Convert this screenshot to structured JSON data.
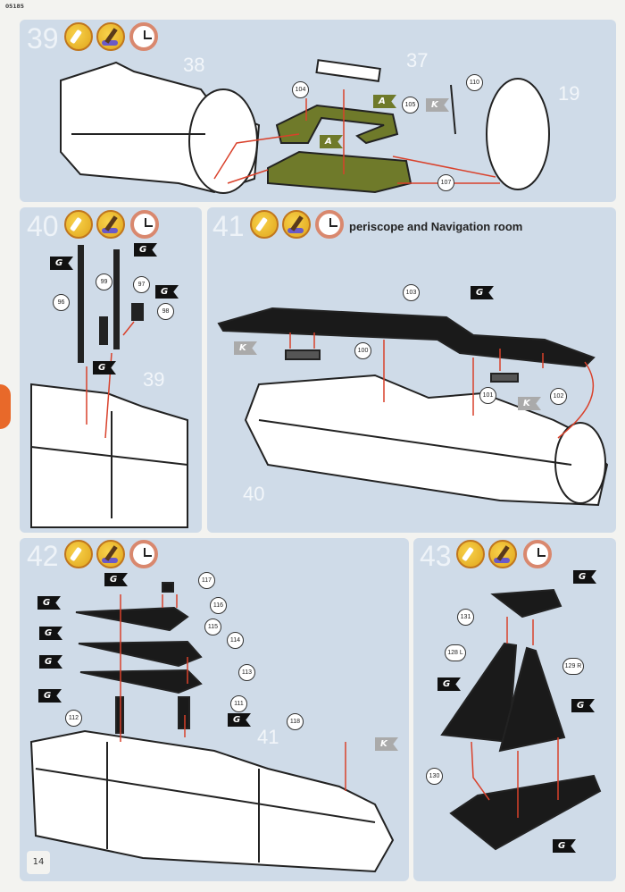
{
  "header": {
    "code": "05185"
  },
  "page_number": "14",
  "steps": [
    {
      "number": "39",
      "icons": [
        "glue-icon",
        "paint-icon",
        "clock-icon"
      ],
      "assemblies": [
        "38",
        "37",
        "19"
      ],
      "parts": [
        "104",
        "105",
        "110",
        "107"
      ],
      "flags": [
        "A",
        "A",
        "K"
      ]
    },
    {
      "number": "40",
      "icons": [
        "glue-icon",
        "paint-icon",
        "clock-icon"
      ],
      "assemblies": [
        "39"
      ],
      "parts": [
        "96",
        "99",
        "97",
        "98"
      ],
      "flags": [
        "G",
        "G",
        "G",
        "G"
      ]
    },
    {
      "number": "41",
      "icons": [
        "glue-icon",
        "paint-icon",
        "clock-icon"
      ],
      "title": "periscope and Navigation room",
      "assemblies": [
        "40"
      ],
      "parts": [
        "103",
        "100",
        "101",
        "102"
      ],
      "flags": [
        "G",
        "K",
        "K"
      ]
    },
    {
      "number": "42",
      "icons": [
        "glue-icon",
        "paint-icon",
        "clock-icon"
      ],
      "assemblies": [
        "41"
      ],
      "parts": [
        "117",
        "116",
        "115",
        "114",
        "113",
        "111",
        "112",
        "118"
      ],
      "flags": [
        "G",
        "G",
        "G",
        "G",
        "G",
        "G",
        "K"
      ]
    },
    {
      "number": "43",
      "icons": [
        "glue-icon",
        "paint-icon",
        "clock-icon"
      ],
      "parts": [
        "131",
        "128 L",
        "129 R",
        "130"
      ],
      "flags": [
        "G",
        "G",
        "G",
        "G"
      ]
    }
  ],
  "colors": {
    "panel": "#cfdbe8",
    "arrow": "#d9412b",
    "olive": "#6f7a2a",
    "dark": "#1a1a1a"
  }
}
